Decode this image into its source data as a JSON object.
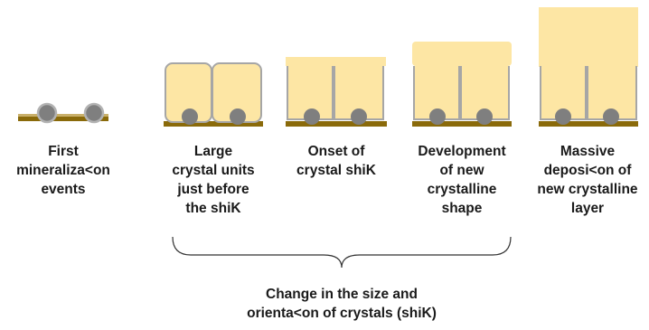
{
  "stages": [
    {
      "lines": [
        "First",
        "mineraliza<on",
        "events"
      ]
    },
    {
      "lines": [
        "Large",
        "crystal units",
        "just before",
        "the shiK"
      ]
    },
    {
      "lines": [
        "Onset of",
        "crystal shiK"
      ]
    },
    {
      "lines": [
        "Development",
        "of new",
        "crystalline",
        "shape"
      ]
    },
    {
      "lines": [
        "Massive",
        "deposi<on of",
        "new crystalline",
        "layer"
      ]
    }
  ],
  "bracket_caption": [
    "Change in the size and",
    "orienta<on of crystals (shiK)"
  ],
  "colors": {
    "crystal_fill": "#fde6a4",
    "crystal_outline": "#a6a6a6",
    "nucleus": "#7f7f7f",
    "substrate": "#8a6a0a",
    "bracket": "#333333"
  }
}
